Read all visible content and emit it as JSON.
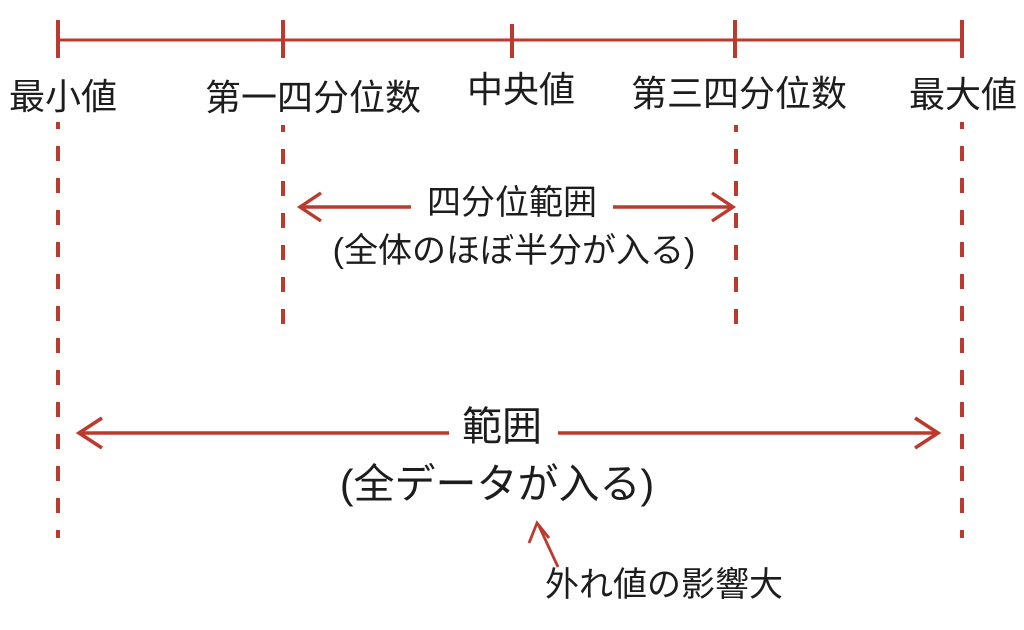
{
  "colors": {
    "accent": "#bc3a2d",
    "text": "#1d1d1d",
    "background": "#ffffff"
  },
  "number_line": {
    "labels": {
      "min": "最小値",
      "q1": "第一四分位数",
      "median": "中央値",
      "q3": "第三四分位数",
      "max": "最大値"
    }
  },
  "iqr": {
    "label": "四分位範囲",
    "note": "(全体のほぼ半分が入る)"
  },
  "range": {
    "label": "範囲",
    "note": "(全データが入る)"
  },
  "outlier": {
    "label": "外れ値の影響大"
  }
}
